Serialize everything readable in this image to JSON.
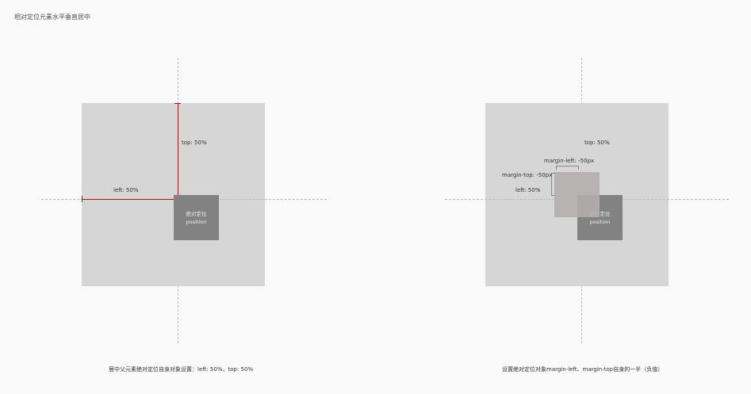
{
  "page": {
    "title": "相对定位元素水平垂直居中"
  },
  "left_diagram": {
    "top_label": "top: 50%",
    "left_label": "left: 50%",
    "box_line1": "绝对定位",
    "box_line2": "position",
    "caption": "居中父元素绝对定位自身对象设置：left: 50%，top: 50%"
  },
  "right_diagram": {
    "top_label": "top: 50%",
    "margin_left_label": "margin-left: -50px",
    "margin_top_label": "margin-top: -50px",
    "left_label": "left: 50%",
    "box_line1": "绝对定位",
    "box_line2": "position",
    "caption": "设置绝对定位对象margin-left、margin-top自身的一半（负值）"
  },
  "colors": {
    "container": "#d6d6d6",
    "box": "#828282",
    "ghost": "#b4aeae",
    "guide": "#a01818"
  }
}
